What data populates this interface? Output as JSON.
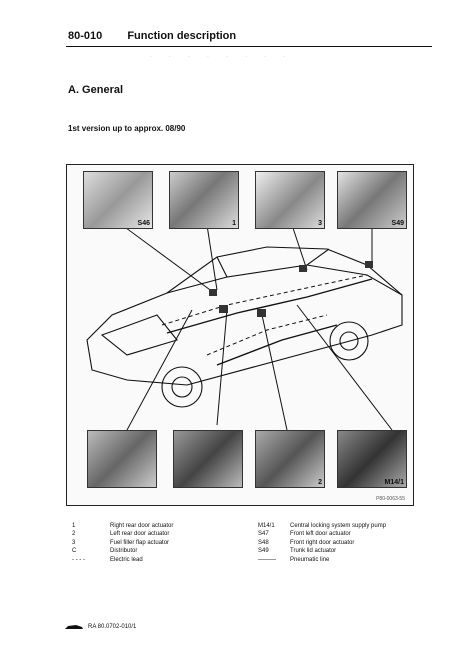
{
  "header": {
    "section": "80-010",
    "title": "Function description"
  },
  "heading": "A. General",
  "subheading": "1st version up to approx. 08/90",
  "figure": {
    "photo_tags": [
      "S46",
      "1",
      "3",
      "S49",
      "",
      "",
      "2",
      "M14/1"
    ],
    "code": "P80-0063-55"
  },
  "legend_left": [
    {
      "key": "1",
      "text": "Right rear door actuator"
    },
    {
      "key": "2",
      "text": "Left rear door actuator"
    },
    {
      "key": "3",
      "text": "Fuel filler flap actuator"
    },
    {
      "key": "C",
      "text": "Distributor"
    },
    {
      "key": "- - - -",
      "text": "Electric lead"
    }
  ],
  "legend_right": [
    {
      "key": "M14/1",
      "text": "Central locking system supply pump"
    },
    {
      "key": "S47",
      "text": "Front left door actuator"
    },
    {
      "key": "S48",
      "text": "Front right door actuator"
    },
    {
      "key": "S49",
      "text": "Trunk lid actuator"
    },
    {
      "key": "———",
      "text": "Pneumatic line"
    }
  ],
  "footer": {
    "ref": "RA 80.0702-010/1"
  }
}
